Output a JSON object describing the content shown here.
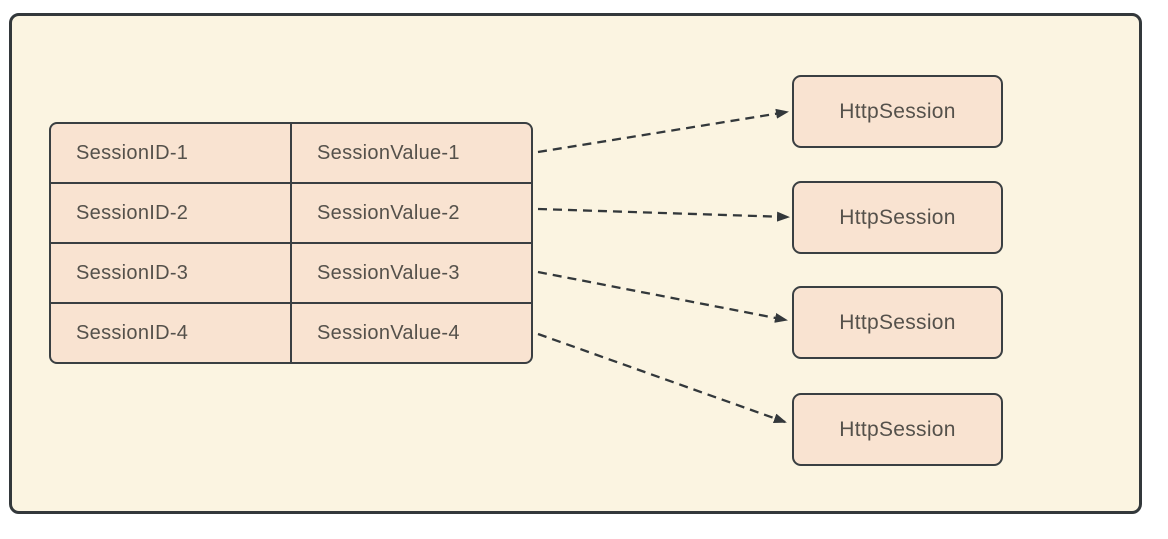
{
  "colors": {
    "panel_background": "#fbf4e1",
    "node_fill": "#f9e3d1",
    "stroke": "#33383b",
    "text": "#55514b"
  },
  "session_table": {
    "rows": [
      {
        "id": "SessionID-1",
        "value": "SessionValue-1"
      },
      {
        "id": "SessionID-2",
        "value": "SessionValue-2"
      },
      {
        "id": "SessionID-3",
        "value": "SessionValue-3"
      },
      {
        "id": "SessionID-4",
        "value": "SessionValue-4"
      }
    ]
  },
  "http_session_boxes": [
    {
      "label": "HttpSession"
    },
    {
      "label": "HttpSession"
    },
    {
      "label": "HttpSession"
    },
    {
      "label": "HttpSession"
    }
  ]
}
